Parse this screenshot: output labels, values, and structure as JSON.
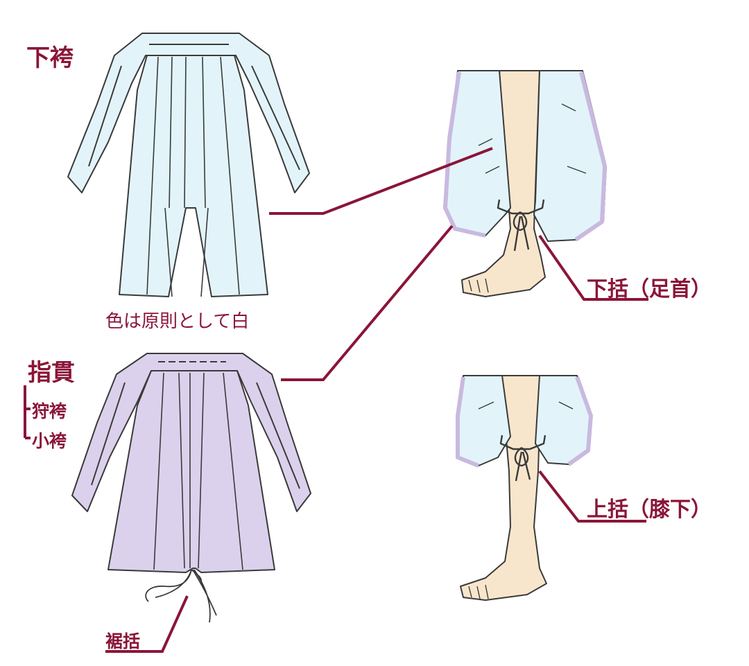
{
  "labels": {
    "shitabakama": "下袴",
    "color_note": "色は原則として白",
    "sashinuki": "指貫",
    "karibakama": "狩袴",
    "kobakama": "小袴",
    "susokukuri": "裾括",
    "shitakukuri": "下括（足首）",
    "uwakukuri": "上括（膝下）"
  },
  "colors": {
    "shitabakama_fill": "#e2f4fa",
    "sashinuki_fill": "#dcd1ec",
    "cuff_trim": "#c9b9df",
    "skin": "#f8e6cc",
    "outline": "#3a3a3a",
    "leader_line": "#8a1538",
    "label_text": "#8a1538"
  }
}
